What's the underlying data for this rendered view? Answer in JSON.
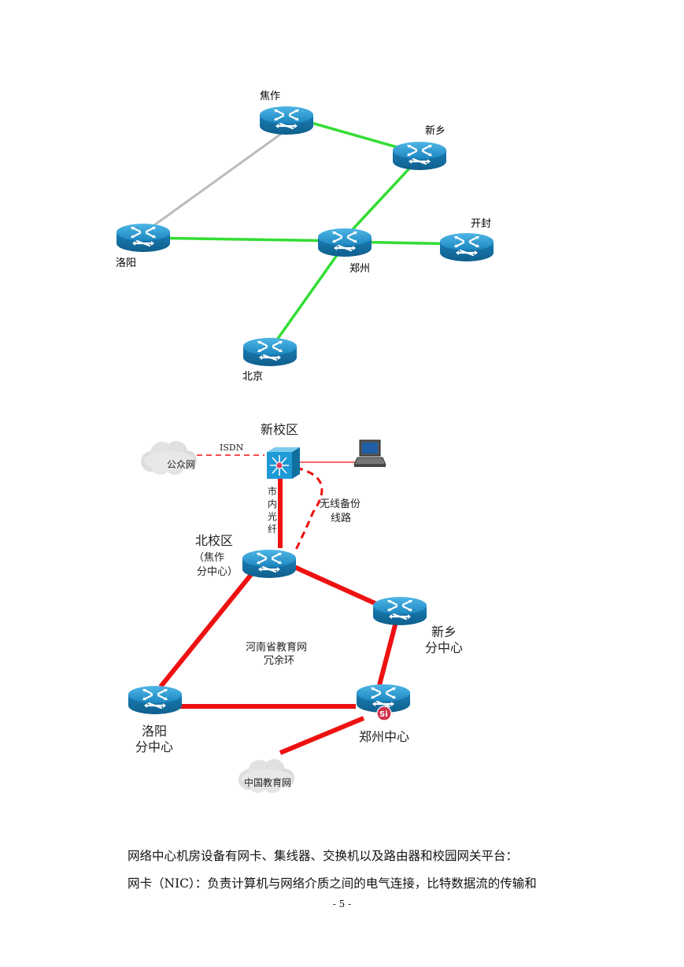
{
  "diagram1": {
    "nodes": {
      "jiaozuo": "焦作",
      "xinxiang": "新乡",
      "luoyang": "洛阳",
      "zhengzhou": "郑州",
      "kaifeng": "开封",
      "beijing": "北京"
    }
  },
  "diagram2": {
    "new_campus": "新校区",
    "public_net": "公众网",
    "isdn": "ISDN",
    "fiber": [
      "市",
      "内",
      "光",
      "纤"
    ],
    "wireless": [
      "无线备份",
      "线路"
    ],
    "north_campus": [
      "北校区",
      "（焦作",
      "分中心）"
    ],
    "xinxiang": [
      "新乡",
      "分中心"
    ],
    "ring": [
      "河南省教育网",
      "冗余环"
    ],
    "luoyang": [
      "洛阳",
      "分中心"
    ],
    "zhengzhou": "郑州中心",
    "si_badge": "Si",
    "cernet": "中国教育网"
  },
  "paragraph": {
    "line1": "网络中心机房设备有网卡、集线器、交换机以及路由器和校园网关平台：",
    "line2": "网卡（NIC）：负责计算机与网络介质之间的电气连接，比特数据流的传输和"
  },
  "page_number": "- 5 -",
  "colors": {
    "router": "#1a8fc9",
    "green_link": "#33dd33",
    "gray_link": "#bbbbbb",
    "red_link": "#ee1111"
  }
}
